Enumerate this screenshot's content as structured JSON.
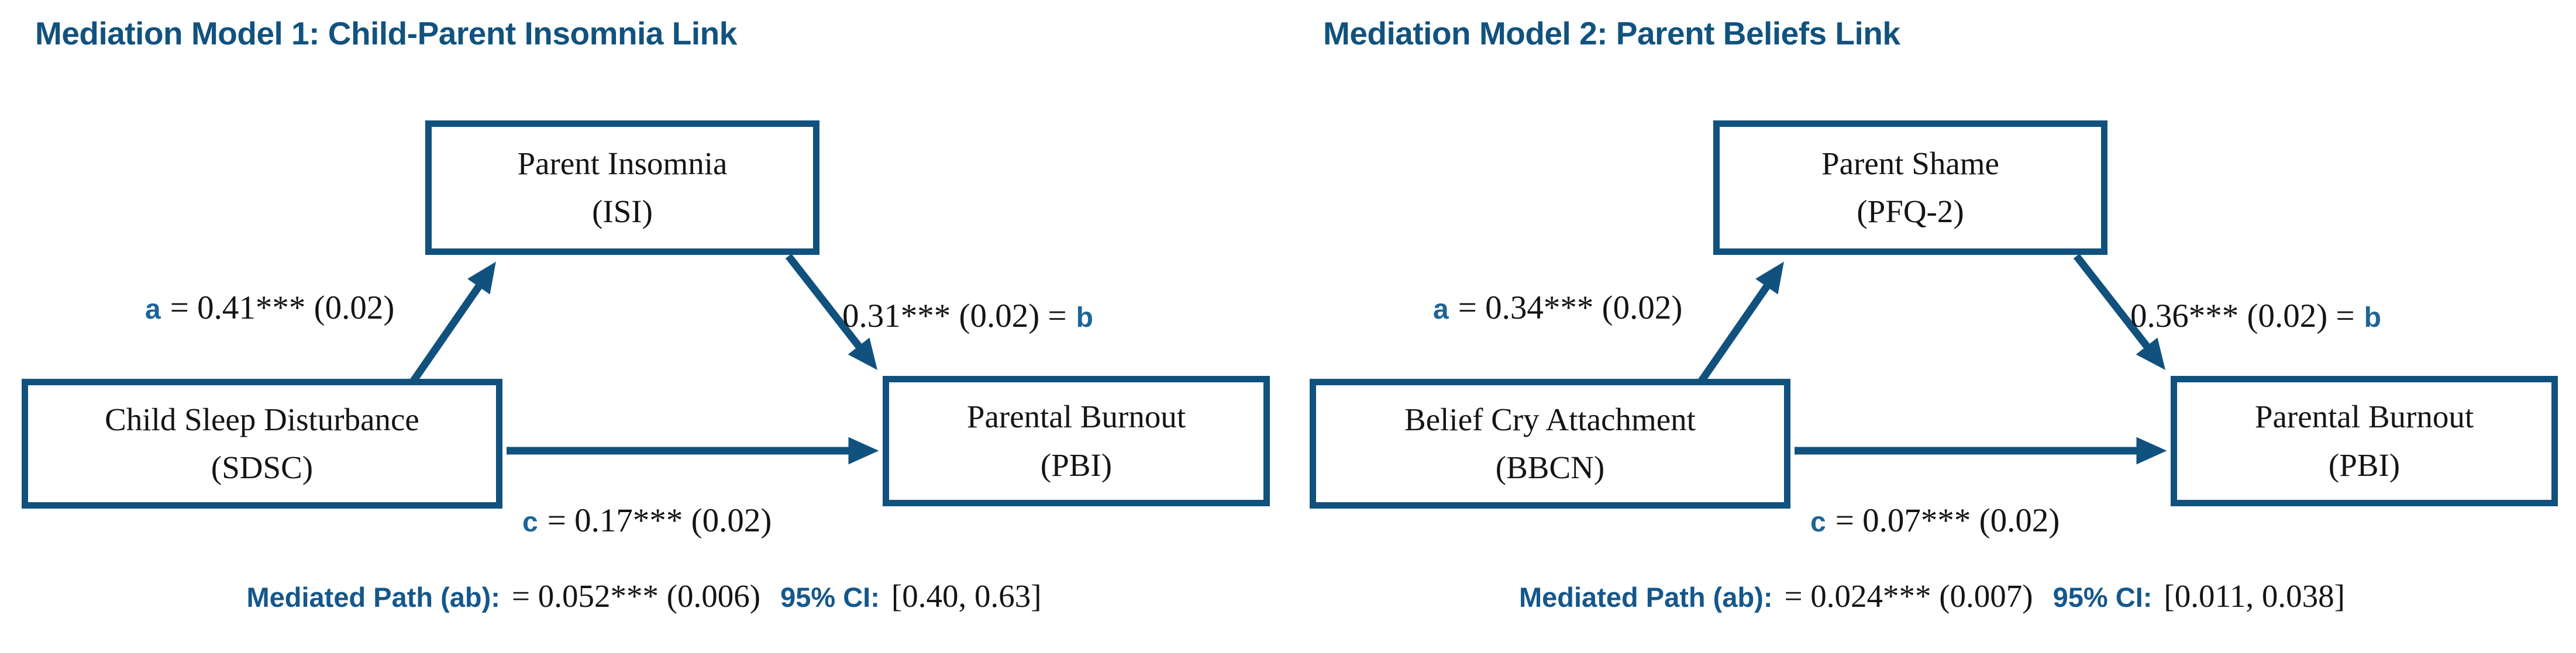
{
  "colors": {
    "heading_blue": "#11527E",
    "diagram_blue": "#11517E",
    "path_letter_blue": "#1D6499",
    "text_black": "#141414",
    "background": "#FFFFFF"
  },
  "models": [
    {
      "title": "Mediation Model 1: Child-Parent Insomnia Link",
      "boxes": {
        "mediator": {
          "line1": "Parent Insomnia",
          "line2": "(ISI)"
        },
        "predictor": {
          "line1": "Child Sleep Disturbance",
          "line2": "(SDSC)"
        },
        "outcome": {
          "line1": "Parental Burnout",
          "line2": "(PBI)"
        }
      },
      "paths": {
        "a": {
          "letter": "a",
          "value": "= 0.41*** (0.02)"
        },
        "b": {
          "value": "0.31*** (0.02) =",
          "letter": "b"
        },
        "c": {
          "letter": "c",
          "value": "= 0.17*** (0.02)"
        }
      },
      "footer": {
        "label": "Mediated Path (ab):",
        "value": "= 0.052*** (0.006)",
        "ci_label": "95% CI:",
        "ci_value": "[0.40, 0.63]"
      }
    },
    {
      "title": "Mediation Model 2: Parent Beliefs Link",
      "boxes": {
        "mediator": {
          "line1": "Parent Shame",
          "line2": "(PFQ-2)"
        },
        "predictor": {
          "line1": "Belief Cry Attachment",
          "line2": "(BBCN)"
        },
        "outcome": {
          "line1": "Parental Burnout",
          "line2": "(PBI)"
        }
      },
      "paths": {
        "a": {
          "letter": "a",
          "value": "= 0.34*** (0.02)"
        },
        "b": {
          "value": "0.36*** (0.02) =",
          "letter": "b"
        },
        "c": {
          "letter": "c",
          "value": "= 0.07*** (0.02)"
        }
      },
      "footer": {
        "label": "Mediated Path (ab):",
        "value": "= 0.024*** (0.007)",
        "ci_label": "95% CI:",
        "ci_value": "[0.011, 0.038]"
      }
    }
  ]
}
